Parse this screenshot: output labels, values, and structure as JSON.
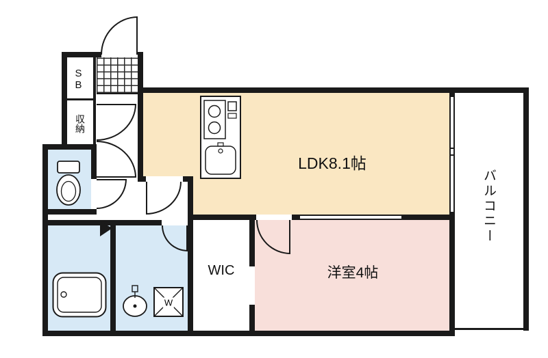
{
  "plan": {
    "ldk_label": "LDK8.1帖",
    "western_label": "洋室4帖",
    "wic_label": "WIC",
    "balcony_label": "バルコニー",
    "shoebox_label": "SB",
    "storage_label": "収納",
    "washer_label": "W"
  },
  "colors": {
    "wall": "#1a1a1a",
    "ldk": "#FAE7C2",
    "western": "#F8DFDA",
    "water": "#D7E9F6"
  }
}
